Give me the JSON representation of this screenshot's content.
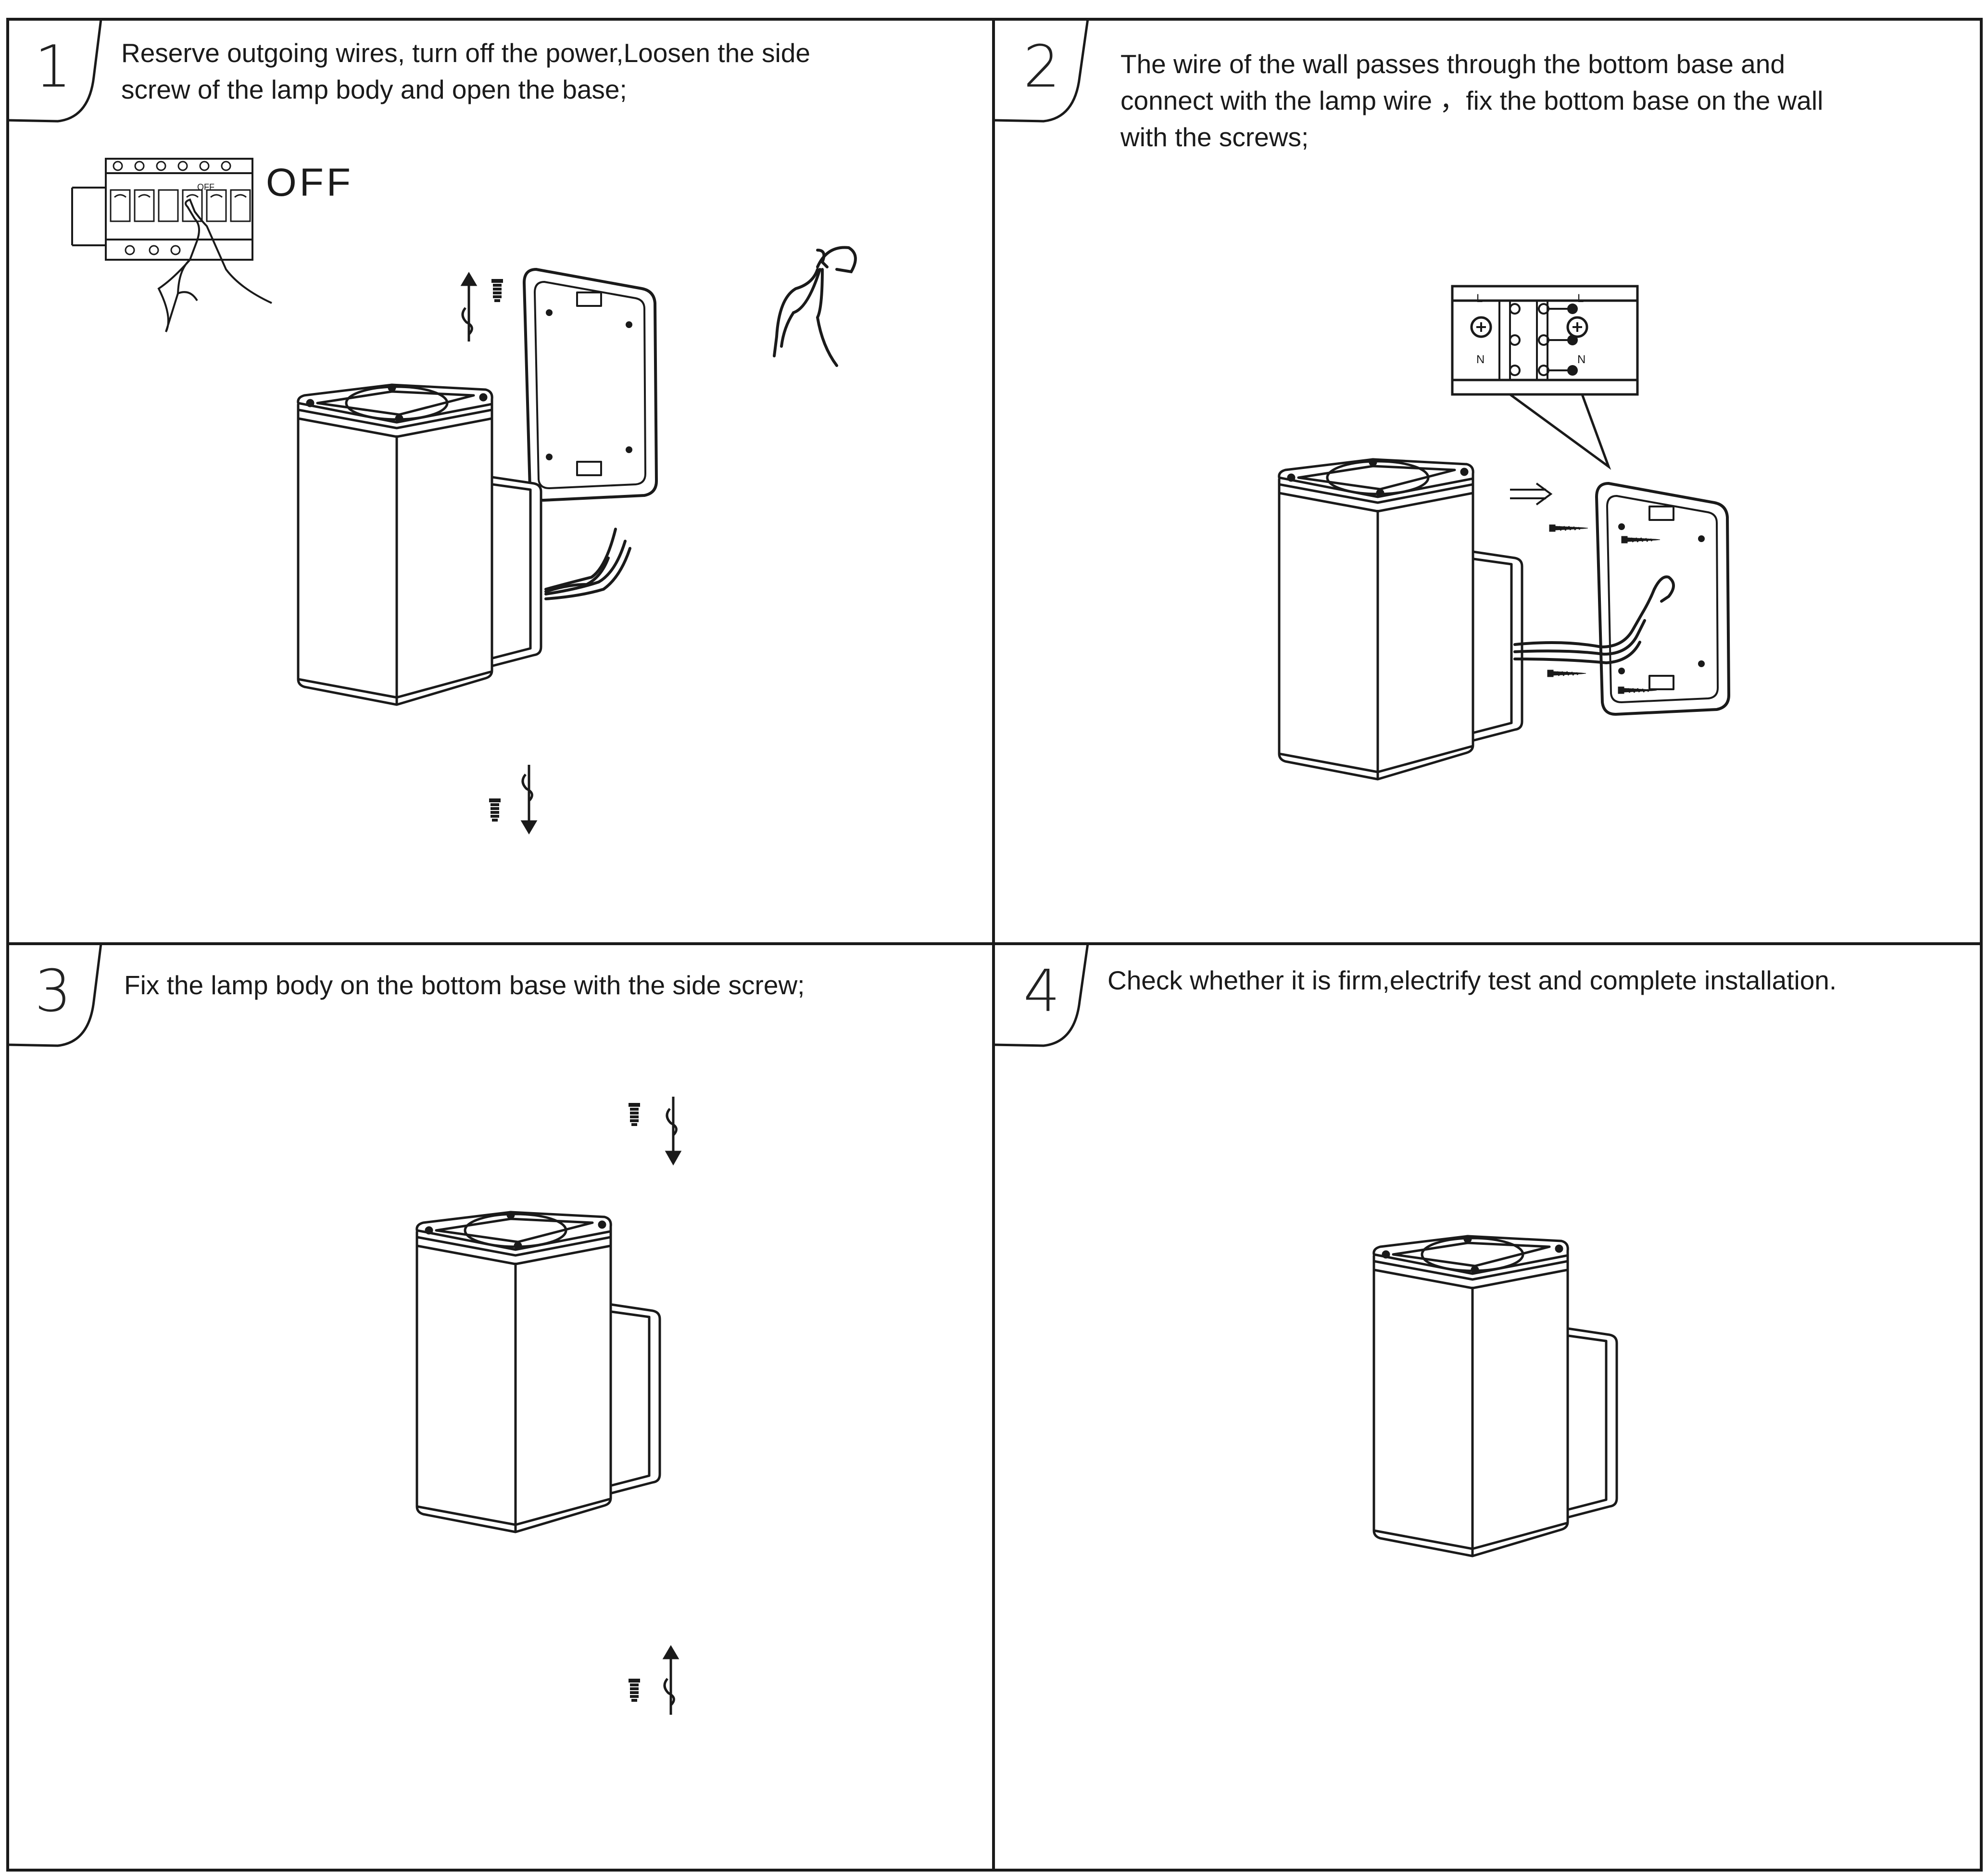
{
  "steps": [
    {
      "number": "1",
      "lines": [
        "Reserve  outgoing  wires,  turn  off  the  power,Loosen   the  side",
        "screw  of  the  lamp  body  and open   the  base;"
      ]
    },
    {
      "number": "2",
      "lines": [
        "The wire of the wall passes through the  bottom base and",
        "connect with the lamp wire  ，fix the bottom base on the wall",
        "with the screws;"
      ]
    },
    {
      "number": "3",
      "lines": [
        "Fix  the  lamp  body  on  the  bottom  base  with  the  side  screw;"
      ]
    },
    {
      "number": "4",
      "lines": [
        "Check  whether  it is firm,electrify  test and complete  installation."
      ]
    }
  ],
  "breaker": {
    "label": "OFF",
    "switch_tag": "OFF"
  },
  "terminal_labels": {
    "live": "L",
    "neutral": "N"
  }
}
